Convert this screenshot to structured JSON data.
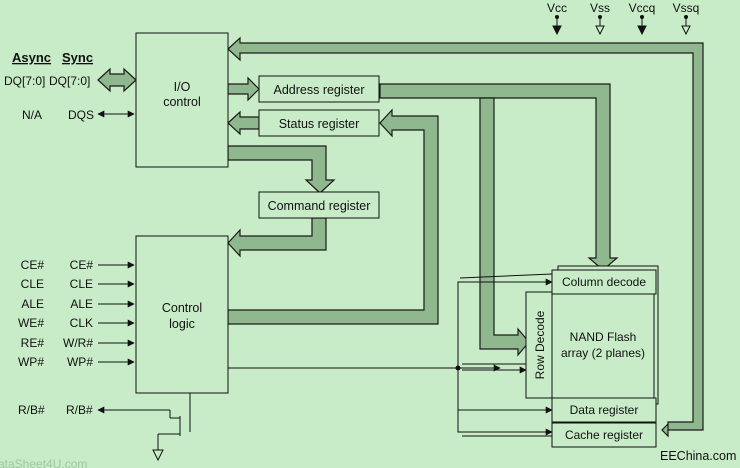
{
  "header": {
    "async": "Async",
    "sync": "Sync",
    "dq_async": "DQ[7:0]",
    "dq_sync": "DQ[7:0]",
    "na": "N/A",
    "dqs": "DQS"
  },
  "power": {
    "vcc": "Vcc",
    "vss": "Vss",
    "vccq": "Vccq",
    "vssq": "Vssq"
  },
  "blocks": {
    "io_line1": "I/O",
    "io_line2": "control",
    "address": "Address register",
    "status": "Status register",
    "command": "Command register",
    "control_line1": "Control",
    "control_line2": "logic",
    "column": "Column decode",
    "row": "Row Decode",
    "nand_line1": "NAND Flash",
    "nand_line2": "array (2 planes)",
    "data": "Data register",
    "cache": "Cache register"
  },
  "signals": {
    "async": [
      "CE#",
      "CLE",
      "ALE",
      "WE#",
      "RE#",
      "WP#"
    ],
    "sync": [
      "CE#",
      "CLE",
      "ALE",
      "CLK",
      "W/R#",
      "WP#"
    ],
    "rb_async": "R/B#",
    "rb_sync": "R/B#"
  },
  "watermark": {
    "left": "ataSheet4U.com",
    "right": "EEChina.com"
  },
  "colors": {
    "background": "#c8ebc8",
    "bus_fill": "#8fb88f",
    "bus_stroke": "#1a1a1a"
  }
}
